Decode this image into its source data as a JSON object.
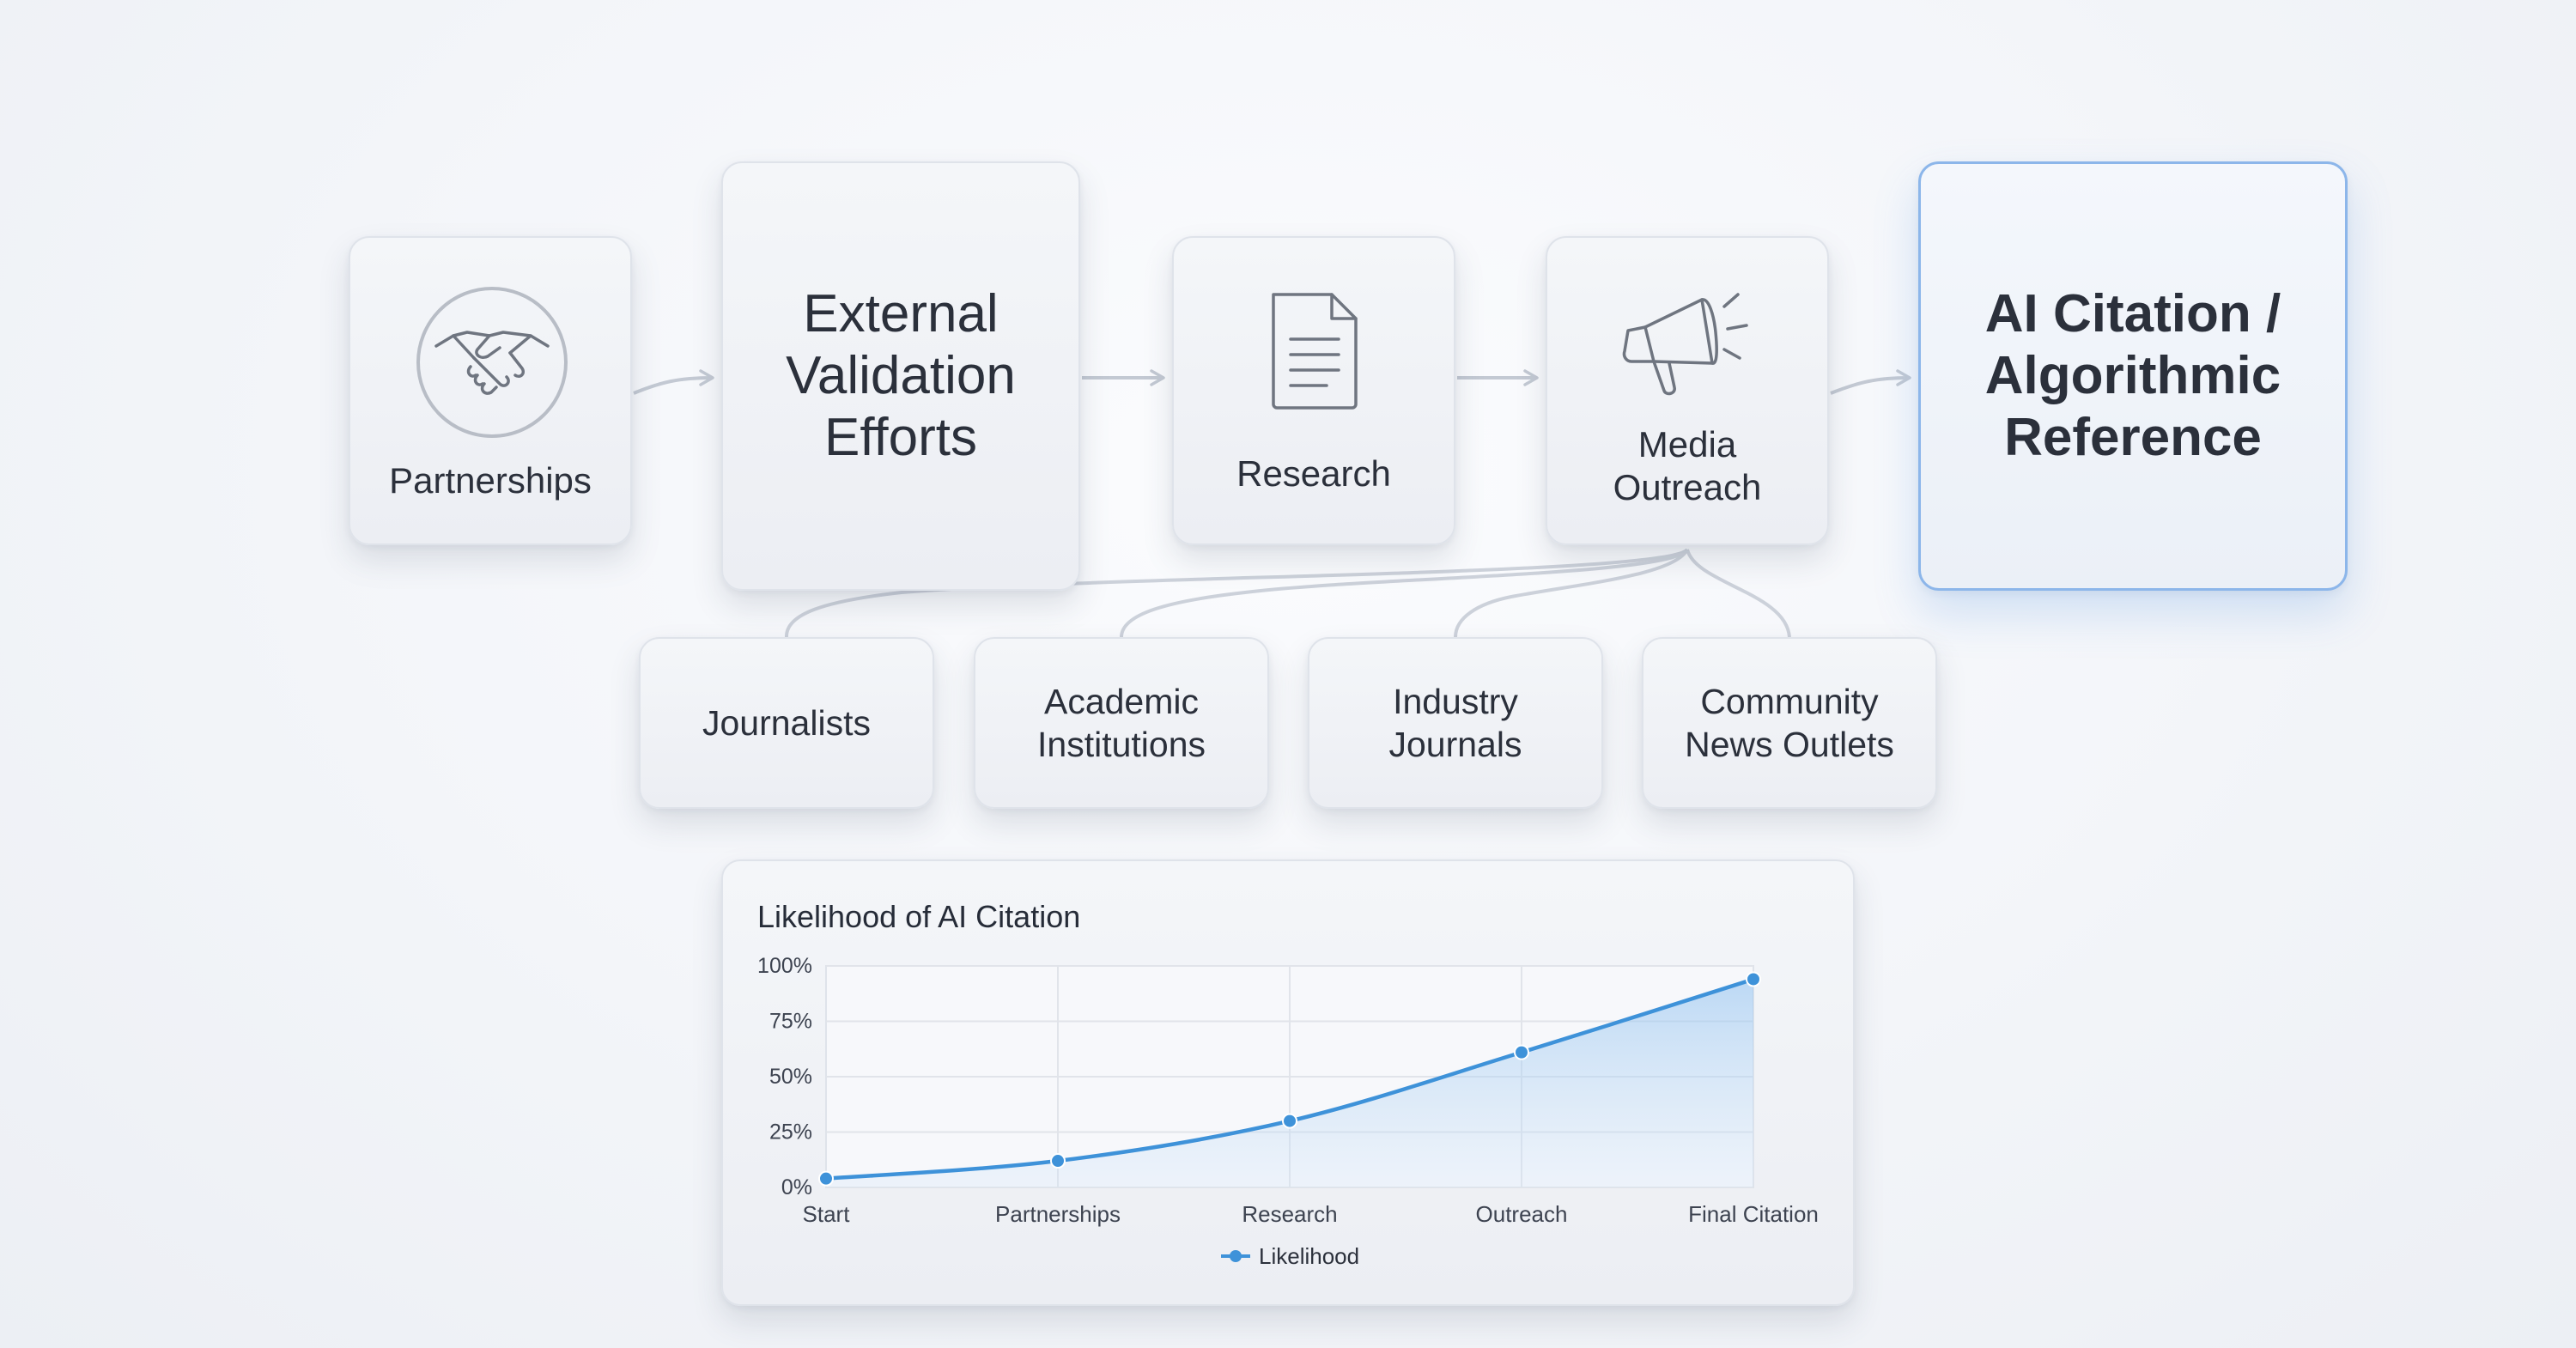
{
  "flow": {
    "partnerships": {
      "label": "Partnerships",
      "icon": "handshake-icon"
    },
    "external_validation": {
      "lines": [
        "External",
        "Validation",
        "Efforts"
      ]
    },
    "research": {
      "label": "Research",
      "icon": "document-icon"
    },
    "media_outreach": {
      "lines": [
        "Media",
        "Outreach"
      ],
      "icon": "megaphone-icon"
    },
    "ai_citation": {
      "lines": [
        "AI Citation /",
        "Algorithmic",
        "Reference"
      ]
    }
  },
  "outlets": [
    {
      "lines": [
        "Journalists"
      ]
    },
    {
      "lines": [
        "Academic",
        "Institutions"
      ]
    },
    {
      "lines": [
        "Industry",
        "Journals"
      ]
    },
    {
      "lines": [
        "Community",
        "News Outlets"
      ]
    }
  ],
  "colors": {
    "accent": "#3e92d9",
    "highlight_border": "#8cb6ea",
    "connector": "#c3c9d3"
  },
  "chart_data": {
    "type": "area",
    "title": "Likelihood of AI Citation",
    "categories": [
      "Start",
      "Partnerships",
      "Research",
      "Outreach",
      "Final Citation"
    ],
    "series": [
      {
        "name": "Likelihood",
        "values": [
          4,
          12,
          30,
          61,
          94
        ]
      }
    ],
    "yticks": [
      "0%",
      "25%",
      "50%",
      "75%",
      "100%"
    ],
    "ylim": [
      0,
      100
    ],
    "grid": true,
    "legend": "bottom-center"
  }
}
